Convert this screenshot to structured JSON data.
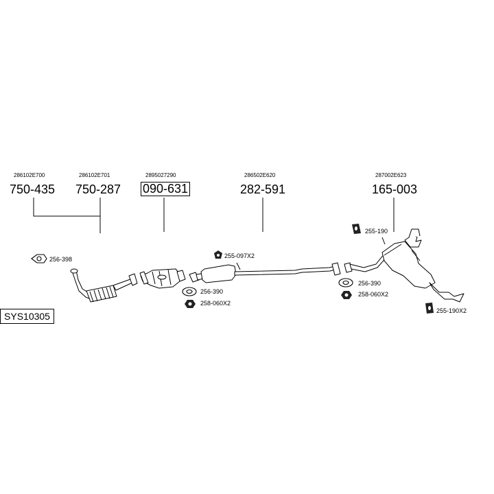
{
  "system_code": "SYS10305",
  "assemblies": [
    {
      "oem": "286102E700",
      "part": "750-435"
    },
    {
      "oem": "286102E701",
      "part": "750-287"
    },
    {
      "oem": "2895027290",
      "part": "090-631"
    },
    {
      "oem": "286502E620",
      "part": "282-591"
    },
    {
      "oem": "287002E623",
      "part": "165-003"
    }
  ],
  "fittings": [
    {
      "code": "256-398",
      "icon": "gasket-icon"
    },
    {
      "code": "255-097X2",
      "icon": "mounting-rubber-icon"
    },
    {
      "code": "256-390",
      "icon": "gasket-icon"
    },
    {
      "code": "258-060X2",
      "icon": "nut-icon"
    },
    {
      "code": "255-190",
      "icon": "hanger-rubber-icon"
    },
    {
      "code": "256-390",
      "icon": "gasket-icon"
    },
    {
      "code": "258-060X2",
      "icon": "nut-icon"
    },
    {
      "code": "255-190X2",
      "icon": "hanger-rubber-icon"
    }
  ]
}
